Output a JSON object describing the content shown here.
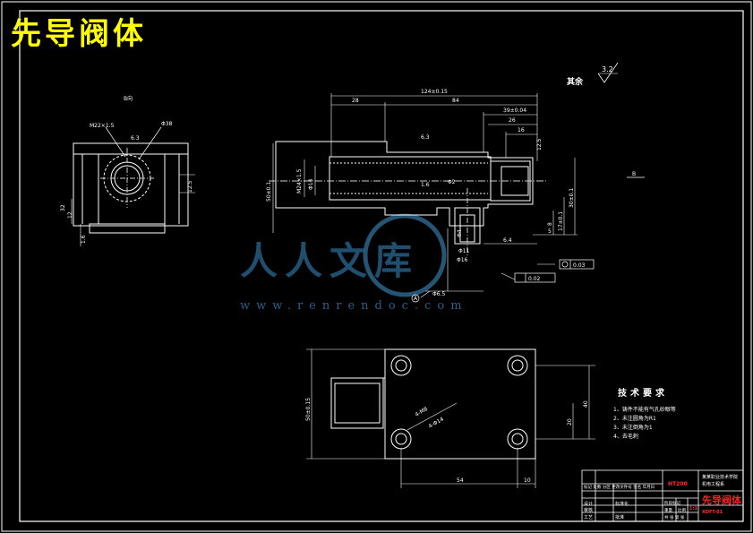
{
  "title": "先导阀体",
  "surface": {
    "remaining_label": "其余",
    "remaining_roughness": "3.2",
    "top_view_roughness": "6.3",
    "main_roughness": "6.3",
    "small_roughness": "1.6",
    "roughness_left": "1.6"
  },
  "views": {
    "side_view_label": "B向",
    "b_label": "B",
    "a_label": "A"
  },
  "dims": {
    "length_total": "124±0.15",
    "d28": "28",
    "d84": "84",
    "d39": "39±0.04",
    "d26": "26",
    "d16": "16",
    "d12_5": "12.5",
    "m24": "M24×1.5",
    "phi14": "Φ14",
    "h50": "50±0.1",
    "h30": "30±0.1",
    "h17": "17±0.1",
    "h8": "8",
    "h5": "5",
    "d6_4": "6.4",
    "phi16": "Φ16",
    "phi11": "Φ11",
    "phi2": "Φ2",
    "phi6_5": "Φ6.5",
    "phi4": "Φ4",
    "gdt1": "0.03",
    "gdt2": "0.02",
    "gdt_datum": "A",
    "side_d1": "M22×1.5",
    "side_d2": "Φ38",
    "side_h": "12.5",
    "side_h2": "12",
    "side_h3": "32",
    "bottom_w": "50±0.15",
    "bottom_40": "40",
    "bottom_20": "20",
    "bottom_54": "54",
    "bottom_10": "10",
    "bottom_phi": "4-Φ14",
    "bottom_phi2": "4-M8"
  },
  "tech_req": {
    "title": "技术要求",
    "items": [
      "1、铸件不能有气孔砂眼等",
      "2、未注圆角为R1",
      "3、未注倒角为1",
      "4、去毛刺"
    ]
  },
  "title_block": {
    "material": "HT200",
    "school": "某某职业技术学院",
    "dept": "机电工程系",
    "part_name": "先导阀体",
    "drawing_no": "XDFT-01",
    "scale": "1:1",
    "designer": "设计",
    "checker": "审核",
    "date_row": "标记 处数 分区 更改文件号 签名 年月日",
    "row2": "标准化",
    "row3": "工艺",
    "row4": "批准",
    "stage": "阶段标记",
    "weight": "重量",
    "ratio": "比例",
    "sheet": "共 张 第 张"
  },
  "watermark": {
    "chinese": "人人文库",
    "url": "www.renrendoc.com"
  }
}
